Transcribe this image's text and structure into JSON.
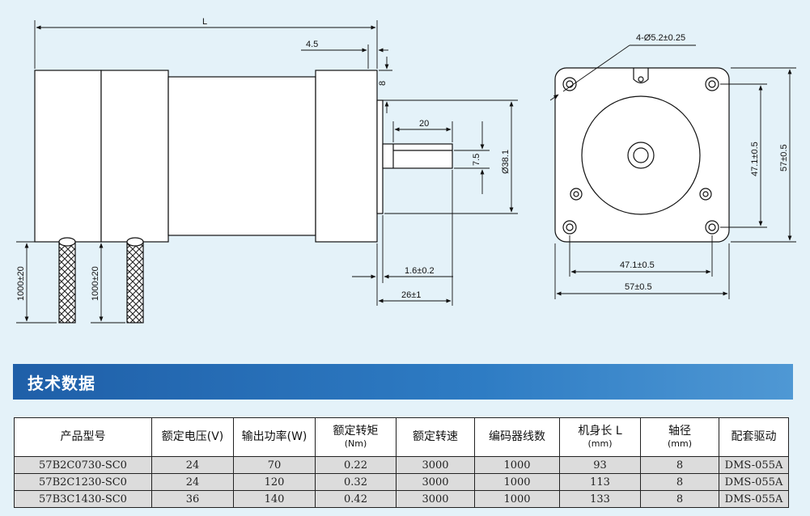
{
  "drawing": {
    "side_view": {
      "length_label": "L",
      "flange_label": "4.5",
      "flange_step_label": "8",
      "shaft_flat_label": "20",
      "flat_height_label": "7.5",
      "pilot_diameter_label": "Ø38.1",
      "boss_label": "1.6±0.2",
      "shaft_length_label": "26±1",
      "lead_length_label_1": "1000±20",
      "lead_length_label_2": "1000±20"
    },
    "front_view": {
      "holes_label": "4-Ø5.2±0.25",
      "hole_pitch_v_label": "47.1±0.5",
      "body_v_label": "57±0.5",
      "hole_pitch_h_label": "47.1±0.5",
      "body_h_label": "57±0.5"
    }
  },
  "section": {
    "title": "技术数据"
  },
  "table": {
    "headers": [
      {
        "label": "产品型号",
        "unit": ""
      },
      {
        "label": "额定电压(V)",
        "unit": ""
      },
      {
        "label": "输出功率(W)",
        "unit": ""
      },
      {
        "label": "额定转矩",
        "unit": "(Nm)"
      },
      {
        "label": "额定转速",
        "unit": ""
      },
      {
        "label": "编码器线数",
        "unit": ""
      },
      {
        "label": "机身长 L",
        "unit": "(mm)"
      },
      {
        "label": "轴径",
        "unit": "(mm)"
      },
      {
        "label": "配套驱动",
        "unit": ""
      }
    ],
    "rows": [
      [
        "57B2C0730-SC0",
        "24",
        "70",
        "0.22",
        "3000",
        "1000",
        "93",
        "8",
        "DMS-055A"
      ],
      [
        "57B2C1230-SC0",
        "24",
        "120",
        "0.32",
        "3000",
        "1000",
        "113",
        "8",
        "DMS-055A"
      ],
      [
        "57B3C1430-SC0",
        "36",
        "140",
        "0.42",
        "3000",
        "1000",
        "133",
        "8",
        "DMS-055A"
      ]
    ]
  }
}
